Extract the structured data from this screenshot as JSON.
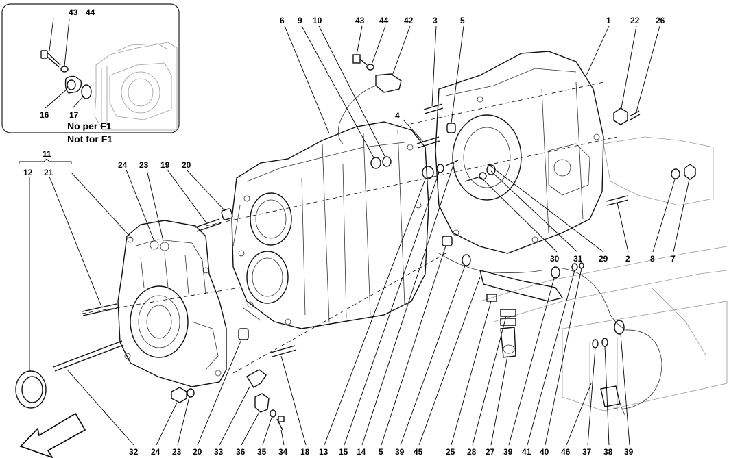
{
  "inset": {
    "note_line1": "No per F1",
    "note_line2": "Not for F1",
    "labels": [
      "43",
      "44",
      "16",
      "17"
    ]
  },
  "group": {
    "label": "11"
  },
  "callouts": {
    "top": [
      "6",
      "9",
      "10",
      "43",
      "44",
      "42",
      "3",
      "5",
      "1",
      "22",
      "26",
      "4"
    ],
    "left": [
      "12",
      "21",
      "24",
      "23",
      "19",
      "20"
    ],
    "right": [
      "30",
      "31",
      "29",
      "2",
      "8",
      "7"
    ],
    "bottom": [
      "32",
      "24",
      "23",
      "20",
      "33",
      "36",
      "35",
      "34",
      "18",
      "13",
      "15",
      "14",
      "5",
      "39",
      "45",
      "25",
      "28",
      "27",
      "39",
      "41",
      "40",
      "46",
      "37",
      "38",
      "39"
    ]
  }
}
